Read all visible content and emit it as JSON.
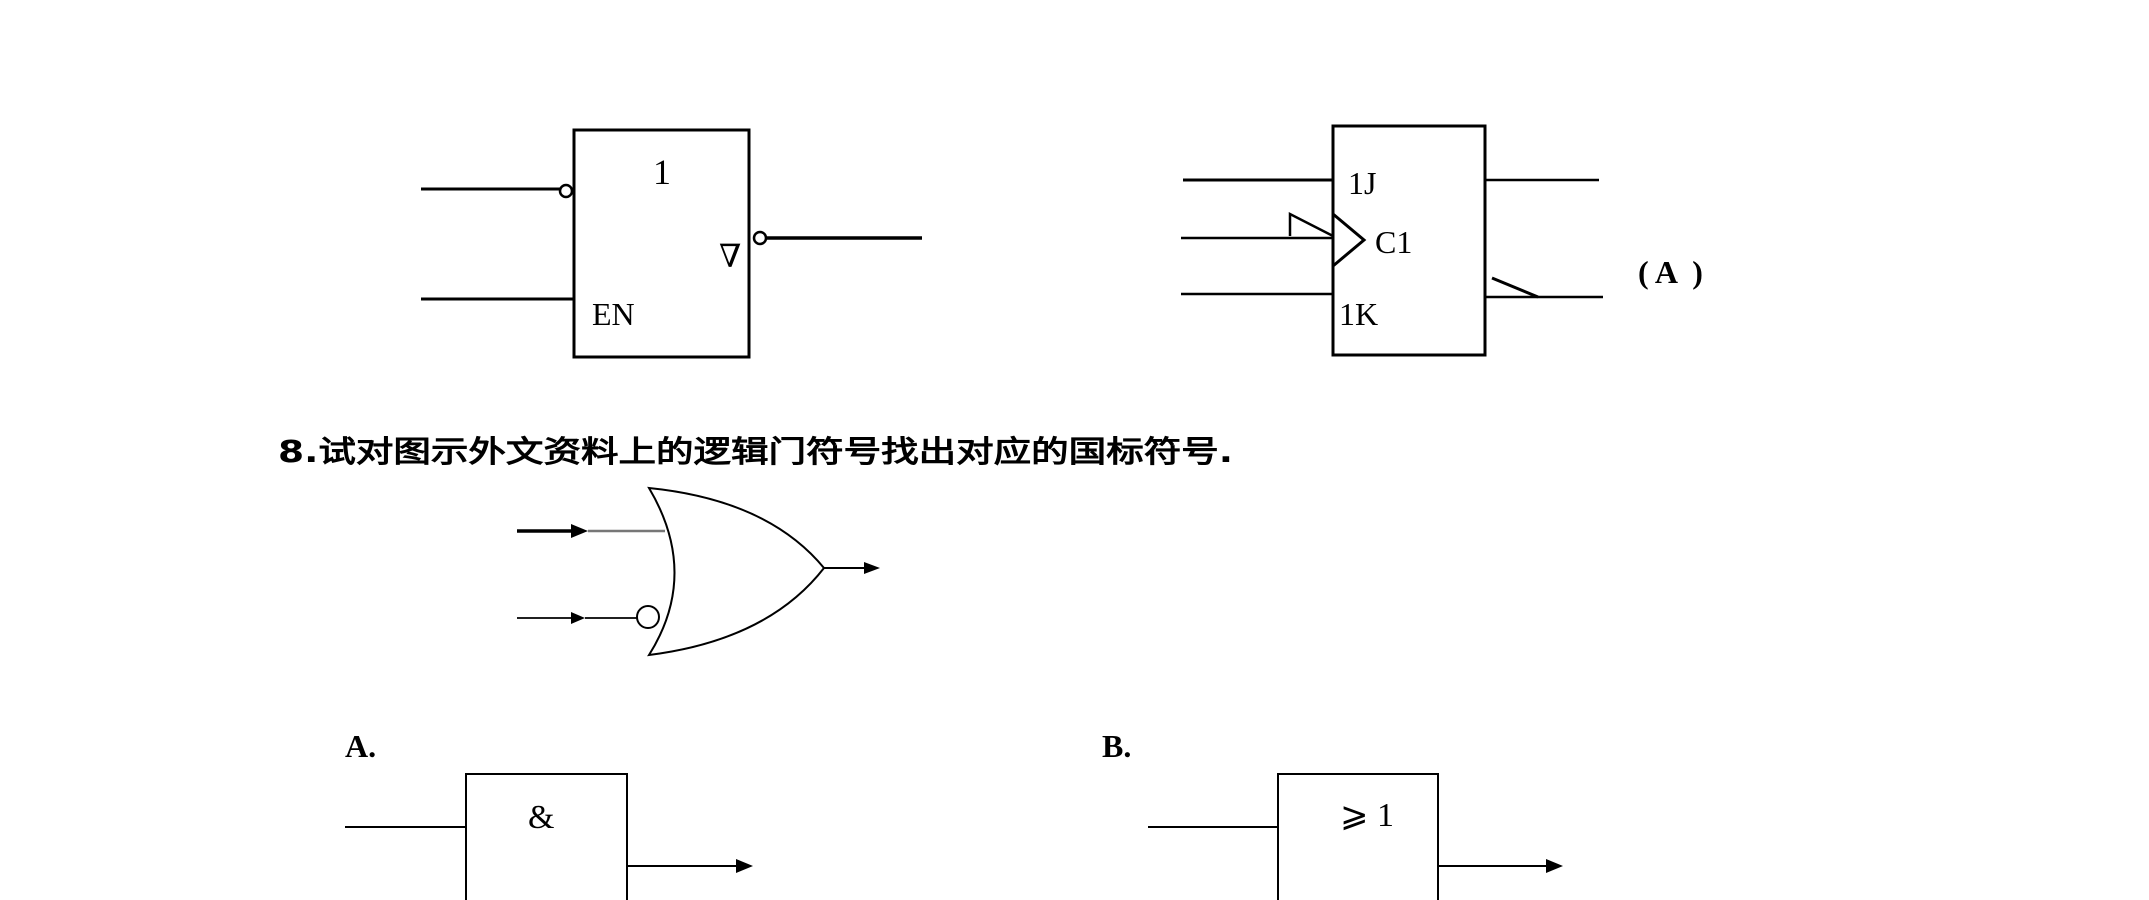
{
  "tristate_buffer": {
    "top_label": "1",
    "output_symbol": "∇",
    "enable_label": "EN"
  },
  "jk_flipflop": {
    "j_label": "1J",
    "clock_label": "C1",
    "k_label": "1K",
    "answer": "( A  )"
  },
  "question": {
    "text": "8.试对图示外文资料上的逻辑门符号找出对应的国标符号."
  },
  "options": [
    {
      "letter": "A.",
      "gate_symbol": "&"
    },
    {
      "letter": "B.",
      "gate_symbol": "⩾ 1"
    }
  ]
}
